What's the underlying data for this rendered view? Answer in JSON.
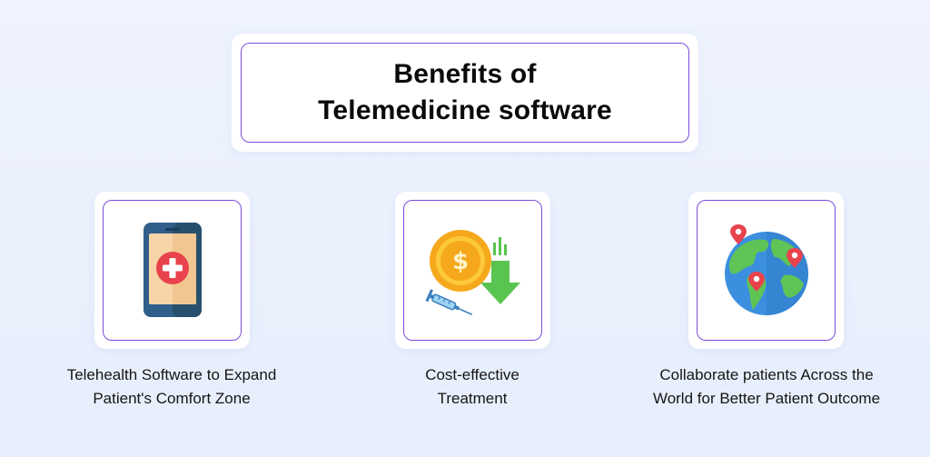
{
  "title": {
    "line1": "Benefits of",
    "line2": "Telemedicine software"
  },
  "cards": [
    {
      "icon": "mobile-medical-icon",
      "caption_line1": "Telehealth Software to Expand",
      "caption_line2": "Patient's Comfort Zone"
    },
    {
      "icon": "cost-reduction-icon",
      "caption_line1": "Cost-effective",
      "caption_line2": "Treatment"
    },
    {
      "icon": "globe-location-icon",
      "caption_line1": "Collaborate patients Across the",
      "caption_line2": "World for Better Patient Outcome"
    }
  ],
  "colors": {
    "accent_border": "#7a4fd8",
    "background": "#eaf0fc"
  }
}
